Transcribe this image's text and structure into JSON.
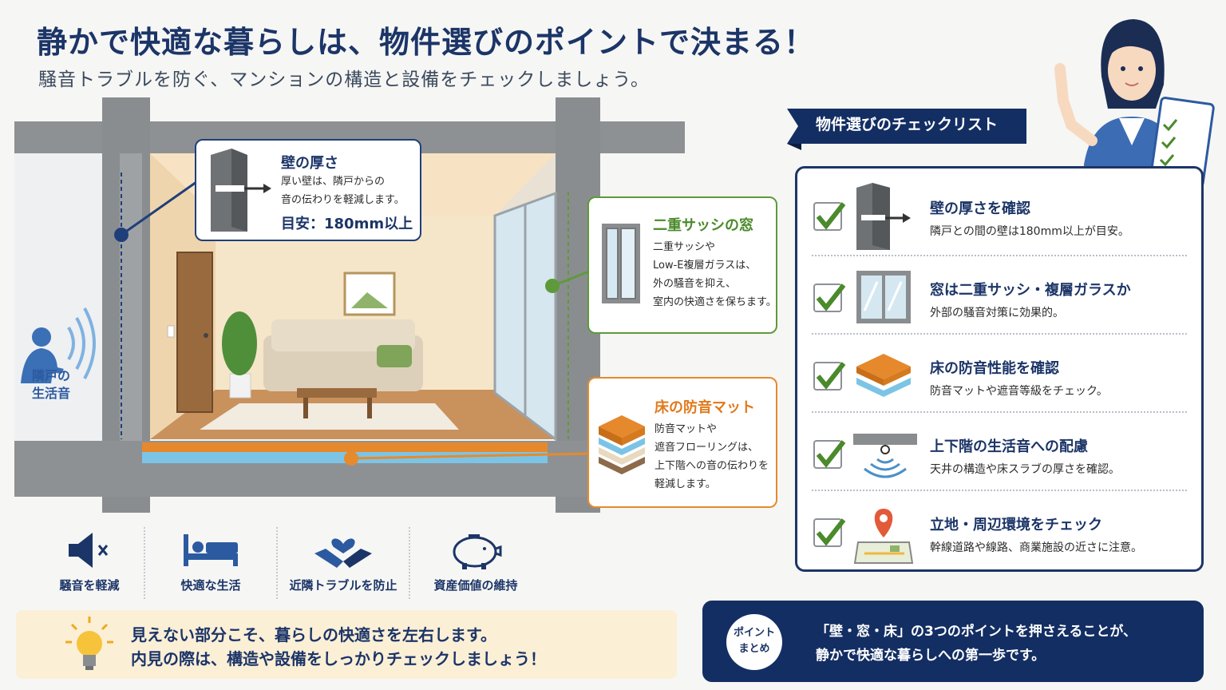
{
  "header": {
    "title": "静かで快適な暮らしは、物件選びのポイントで決まる！",
    "subtitle": "騒音トラブルを防ぐ、マンションの構造と設備をチェックしましょう。"
  },
  "scene": {
    "neighbor_label": [
      "隣戸の",
      "生活音"
    ],
    "callouts": {
      "wall": {
        "title": "壁の厚さ",
        "text": [
          "厚い壁は、隣戸からの",
          "音の伝わりを軽減します。"
        ],
        "note": "目安：180mm以上"
      },
      "window": {
        "title": "二重サッシの窓",
        "text": [
          "二重サッシや",
          "Low-E複層ガラスは、",
          "外の騒音を抑え、",
          "室内の快適さを保ちます。"
        ]
      },
      "floor": {
        "title": "床の防音マット",
        "text": [
          "防音マットや",
          "遮音フローリングは、",
          "上下階への音の伝わりを",
          "軽減します。"
        ]
      }
    }
  },
  "benefits": [
    {
      "label": "騒音を軽減",
      "icon": "speaker-mute-icon"
    },
    {
      "label": "快適な生活",
      "icon": "bed-icon"
    },
    {
      "label": "近隣トラブルを防止",
      "icon": "handshake-heart-icon"
    },
    {
      "label": "資産価値の維持",
      "icon": "piggy-bank-icon"
    }
  ],
  "tip": {
    "lines": [
      "見えない部分こそ、暮らしの快適さを左右します。",
      "内見の際は、構造や設備をしっかりチェックしましょう！"
    ]
  },
  "summary": {
    "badge": [
      "ポイント",
      "まとめ"
    ],
    "lines": [
      "「壁・窓・床」の3つのポイントを押さえることが、",
      "静かで快適な暮らしへの第一歩です。"
    ]
  },
  "checklist": {
    "title": "物件選びのチェックリスト",
    "items": [
      {
        "title": "壁の厚さを確認",
        "desc": "隣戸との間の壁は180mm以上が目安。",
        "icon": "wall-icon"
      },
      {
        "title": "窓は二重サッシ・複層ガラスか",
        "desc": "外部の騒音対策に効果的。",
        "icon": "window-icon"
      },
      {
        "title": "床の防音性能を確認",
        "desc": "防音マットや遮音等級をチェック。",
        "icon": "floor-layers-icon"
      },
      {
        "title": "上下階の生活音への配慮",
        "desc": "天井の構造や床スラブの厚さを確認。",
        "icon": "ceiling-sound-icon"
      },
      {
        "title": "立地・周辺環境をチェック",
        "desc": "幹線道路や線路、商業施設の近さに注意。",
        "icon": "map-pin-icon"
      }
    ]
  },
  "colors": {
    "navy": "#1c3568",
    "green": "#5e9a3a",
    "orange": "#e68a2e",
    "tip_bg": "#fbefd6",
    "summary_bg": "#132e63"
  }
}
